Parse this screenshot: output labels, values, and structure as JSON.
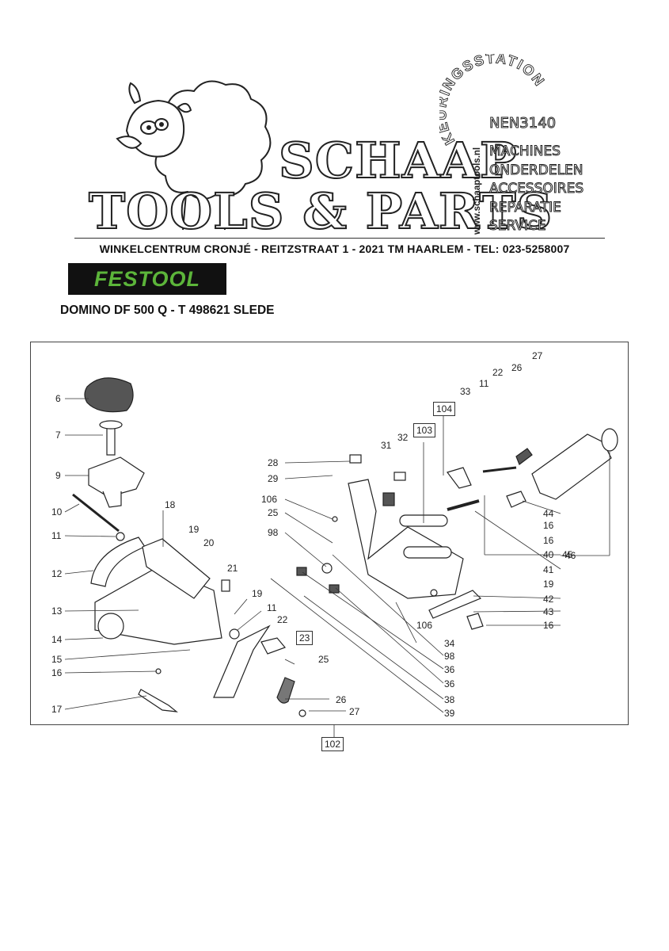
{
  "header": {
    "brand_line1": "SCHAAP",
    "brand_line2": "TOOLS & PARTS",
    "station_arc": "KEURINGSSTATION",
    "station_norm": "NEN3140",
    "website": "www.schaaptools.nl",
    "services": [
      "MACHINES",
      "ONDERDELEN",
      "ACCESSOIRES",
      "REPARATIE",
      "SERVICE"
    ],
    "address": "WINKELCENTRUM CRONJÉ - REITZSTRAAT 1 - 2021 TM  HAARLEM - TEL: 023-5258007"
  },
  "brand_logo": "FESTOOL",
  "product_title": "DOMINO DF 500 Q - T 498621 SLEDE",
  "diagram": {
    "left_labels": [
      "6",
      "7",
      "9",
      "10",
      "11",
      "12",
      "13",
      "14",
      "15",
      "16",
      "17"
    ],
    "center_labels": [
      "18",
      "19",
      "20",
      "21",
      "19",
      "11",
      "22",
      "23",
      "25",
      "26",
      "27"
    ],
    "upper_labels": [
      "28",
      "29",
      "106",
      "25",
      "98",
      "31",
      "32",
      "103",
      "104",
      "33",
      "11",
      "22",
      "26",
      "27"
    ],
    "right_labels": [
      "44",
      "16",
      "16",
      "40",
      "41",
      "19",
      "42",
      "43",
      "16",
      "45",
      "46"
    ],
    "bottom_labels": [
      "106",
      "34",
      "98",
      "36",
      "36",
      "38",
      "39"
    ],
    "assembly_label": "102"
  },
  "colors": {
    "festool_green": "#5cb53a",
    "festool_bg": "#111111",
    "line": "#333333"
  }
}
